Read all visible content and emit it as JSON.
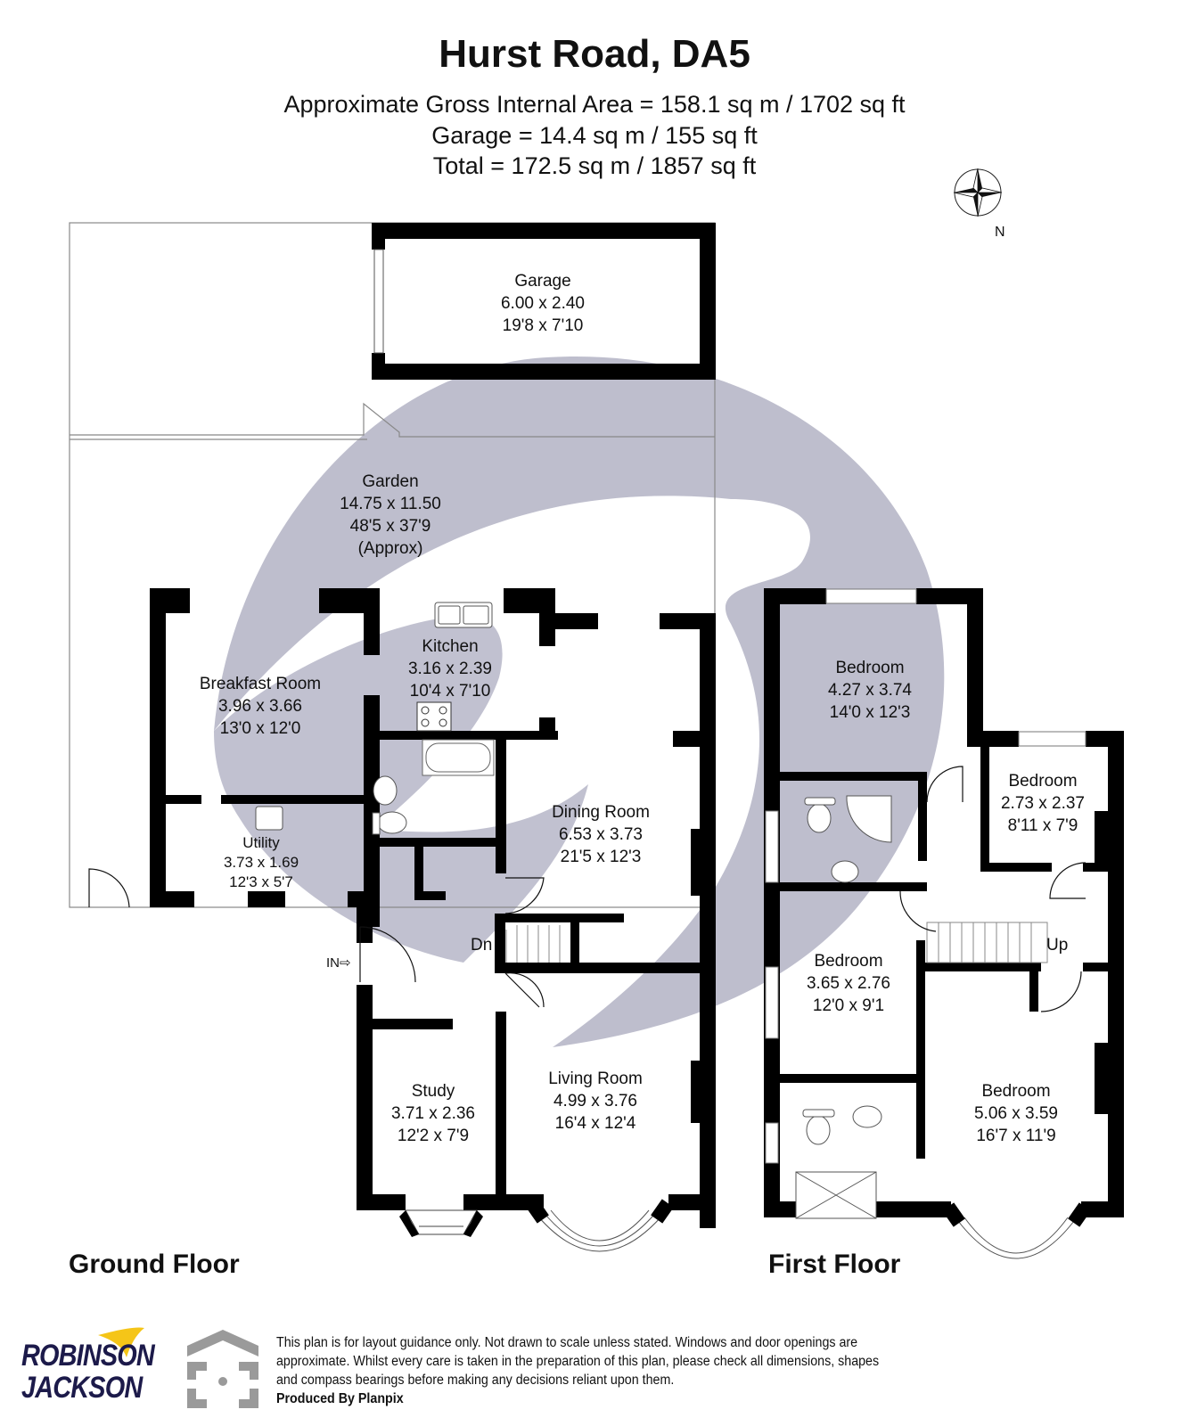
{
  "header": {
    "title": "Hurst Road, DA5",
    "area_lines": [
      "Approximate Gross Internal Area = 158.1 sq m / 1702 sq ft",
      "Garage = 14.4 sq m / 155 sq ft",
      "Total = 172.5 sq m / 1857 sq ft"
    ]
  },
  "compass": {
    "label": "N",
    "icon": "compass-rose-icon"
  },
  "ground_floor": {
    "label": "Ground Floor",
    "rooms": [
      {
        "name": "Garage",
        "metric": "6.00 x 2.40",
        "imperial": "19'8 x 7'10"
      },
      {
        "name": "Garden",
        "metric": "14.75 x 11.50",
        "imperial": "48'5 x 37'9",
        "note": "(Approx)"
      },
      {
        "name": "Breakfast Room",
        "metric": "3.96 x 3.66",
        "imperial": "13'0 x 12'0"
      },
      {
        "name": "Kitchen",
        "metric": "3.16 x 2.39",
        "imperial": "10'4 x 7'10"
      },
      {
        "name": "Utility",
        "metric": "3.73 x 1.69",
        "imperial": "12'3 x 5'7"
      },
      {
        "name": "Dining Room",
        "metric": "6.53 x 3.73",
        "imperial": "21'5 x 12'3"
      },
      {
        "name": "Study",
        "metric": "3.71 x 2.36",
        "imperial": "12'2 x 7'9"
      },
      {
        "name": "Living Room",
        "metric": "4.99 x 3.76",
        "imperial": "16'4 x 12'4"
      }
    ],
    "markers": {
      "stairs": "Dn",
      "entrance": "IN"
    }
  },
  "first_floor": {
    "label": "First Floor",
    "rooms": [
      {
        "name": "Bedroom",
        "metric": "4.27 x 3.74",
        "imperial": "14'0 x 12'3"
      },
      {
        "name": "Bedroom",
        "metric": "2.73 x 2.37",
        "imperial": "8'11 x 7'9"
      },
      {
        "name": "Bedroom",
        "metric": "3.65 x 2.76",
        "imperial": "12'0 x 9'1"
      },
      {
        "name": "Bedroom",
        "metric": "5.06 x 3.59",
        "imperial": "16'7 x 11'9"
      }
    ],
    "markers": {
      "stairs": "Up"
    }
  },
  "footer": {
    "brand_line1": "ROBINSON",
    "brand_line2": "JACKSON",
    "disclaimer": "This plan is for layout guidance only. Not drawn to scale unless stated. Windows and door openings are approximate. Whilst every care is taken in the preparation of this plan, please check all dimensions, shapes and compass bearings before making any decisions reliant upon them.",
    "producer": "Produced By Planpix"
  },
  "colors": {
    "wall": "#000000",
    "watermark": "#b7b7c8",
    "brand_navy": "#1c1a4a",
    "brand_yellow": "#f5c518",
    "planpix_grey": "#9a9a9a"
  }
}
